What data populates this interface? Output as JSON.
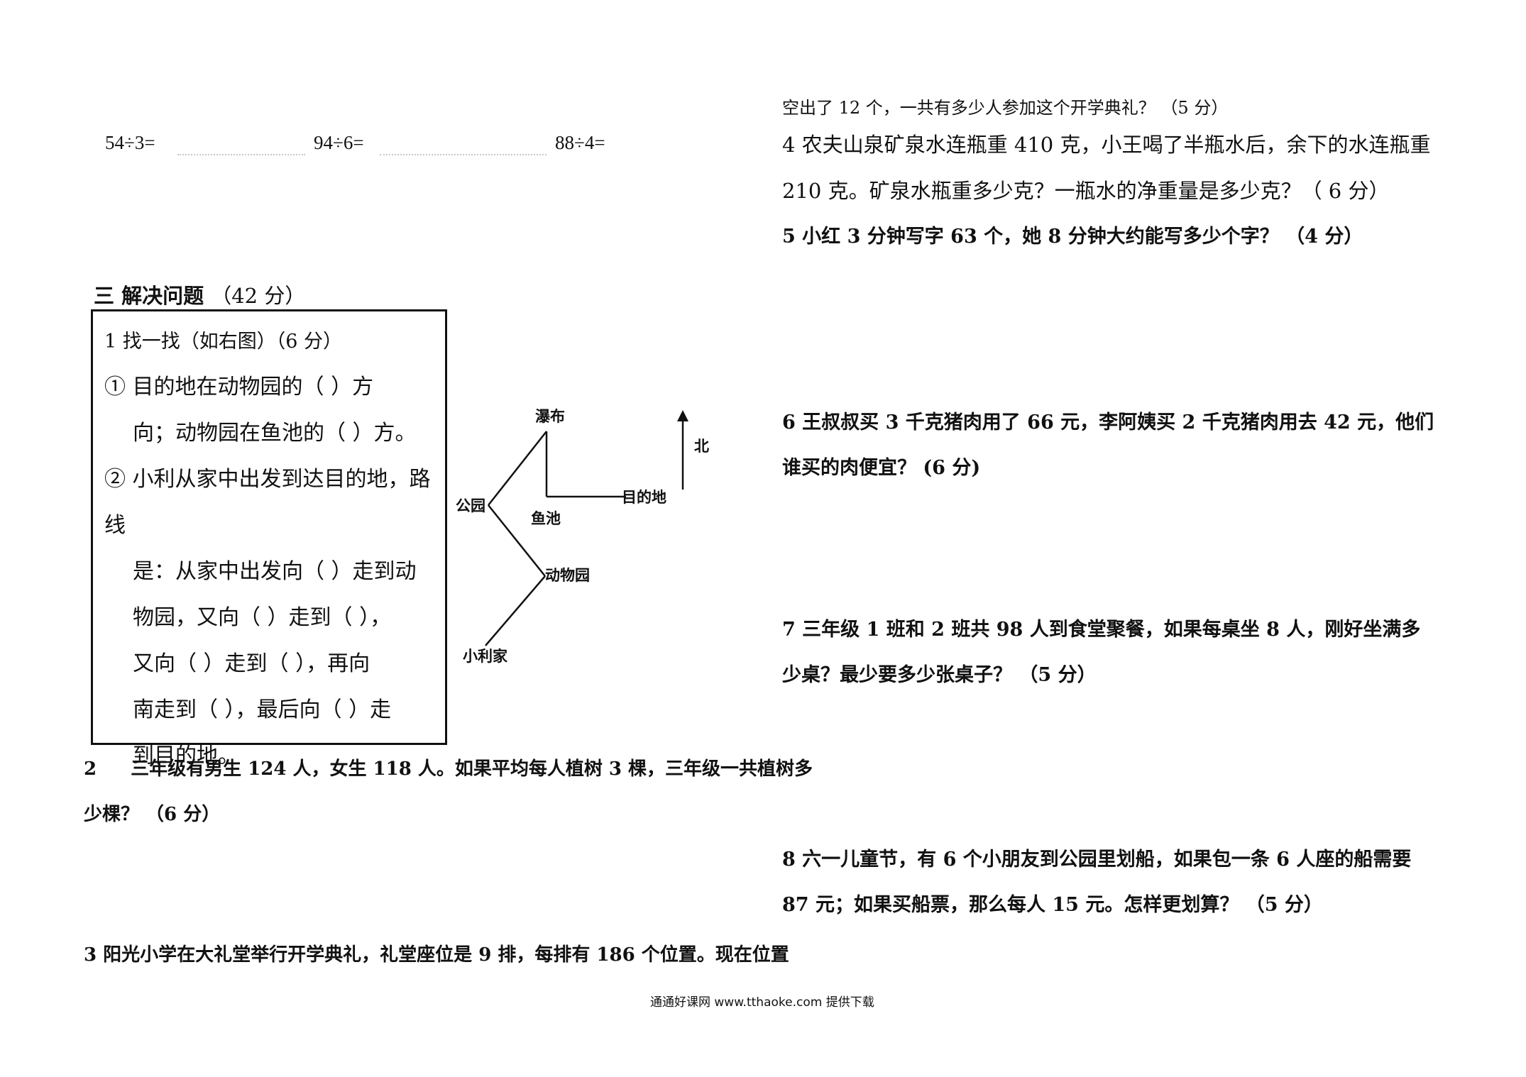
{
  "exercises": {
    "eq1": "54÷3=",
    "eq2": "94÷6=",
    "eq3": "88÷4="
  },
  "section3": {
    "title": "三  解决问题",
    "score": "（42 分）"
  },
  "q1": {
    "title": "1 找一找（如右图）（6 分）",
    "line1": "① 目的地在动物园的（      ）方",
    "line2": "向；动物园在鱼池的（     ）方。",
    "line3": "② 小利从家中出发到达目的地，路线",
    "line4": "是：从家中出发向（     ）走到动",
    "line5": "物园，又向（     ）走到（     ），",
    "line6": "又向（     ）走到（      ），再向",
    "line7": "南走到（     ），最后向（     ）走",
    "line8": "到目的地。"
  },
  "map": {
    "labels": {
      "waterfall": "瀑布",
      "park": "公园",
      "fishpond": "鱼池",
      "destination": "目的地",
      "zoo": "动物园",
      "home": "小利家",
      "north": "北"
    }
  },
  "q2": {
    "number": "2",
    "line1": "三年级有男生 124 人，女生 118 人。如果平均每人植树 3 棵，三年级一共植树多",
    "line2": "少棵？  （6 分）"
  },
  "q3": {
    "line1": "3  阳光小学在大礼堂举行开学典礼，礼堂座位是 9 排，每排有 186 个位置。现在位置",
    "line2": "空出了 12 个，一共有多少人参加这个开学典礼？  （5 分）"
  },
  "q4": {
    "line1": "4  农夫山泉矿泉水连瓶重 410 克，小王喝了半瓶水后，余下的水连瓶重",
    "line2": "210 克。矿泉水瓶重多少克？一瓶水的净重量是多少克？（ 6 分）"
  },
  "q5": {
    "line1": "5  小红 3 分钟写字 63 个，她 8 分钟大约能写多少个字？    （4 分）"
  },
  "q6": {
    "line1": "6  王叔叔买 3 千克猪肉用了 66 元，李阿姨买 2 千克猪肉用去 42 元，他们",
    "line2": "谁买的肉便宜？      (6 分)"
  },
  "q7": {
    "line1": "7  三年级 1 班和 2 班共 98 人到食堂聚餐，如果每桌坐 8 人，刚好坐满多",
    "line2": "少桌？最少要多少张桌子？        （5 分）"
  },
  "q8": {
    "line1": "8  六一儿童节，有 6 个小朋友到公园里划船，如果包一条 6 人座的船需要",
    "line2": "87 元；如果买船票，那么每人 15 元。怎样更划算？    （5 分）"
  },
  "footer": {
    "text": "通通好课网  www.tthaoke.com  提供下载"
  }
}
